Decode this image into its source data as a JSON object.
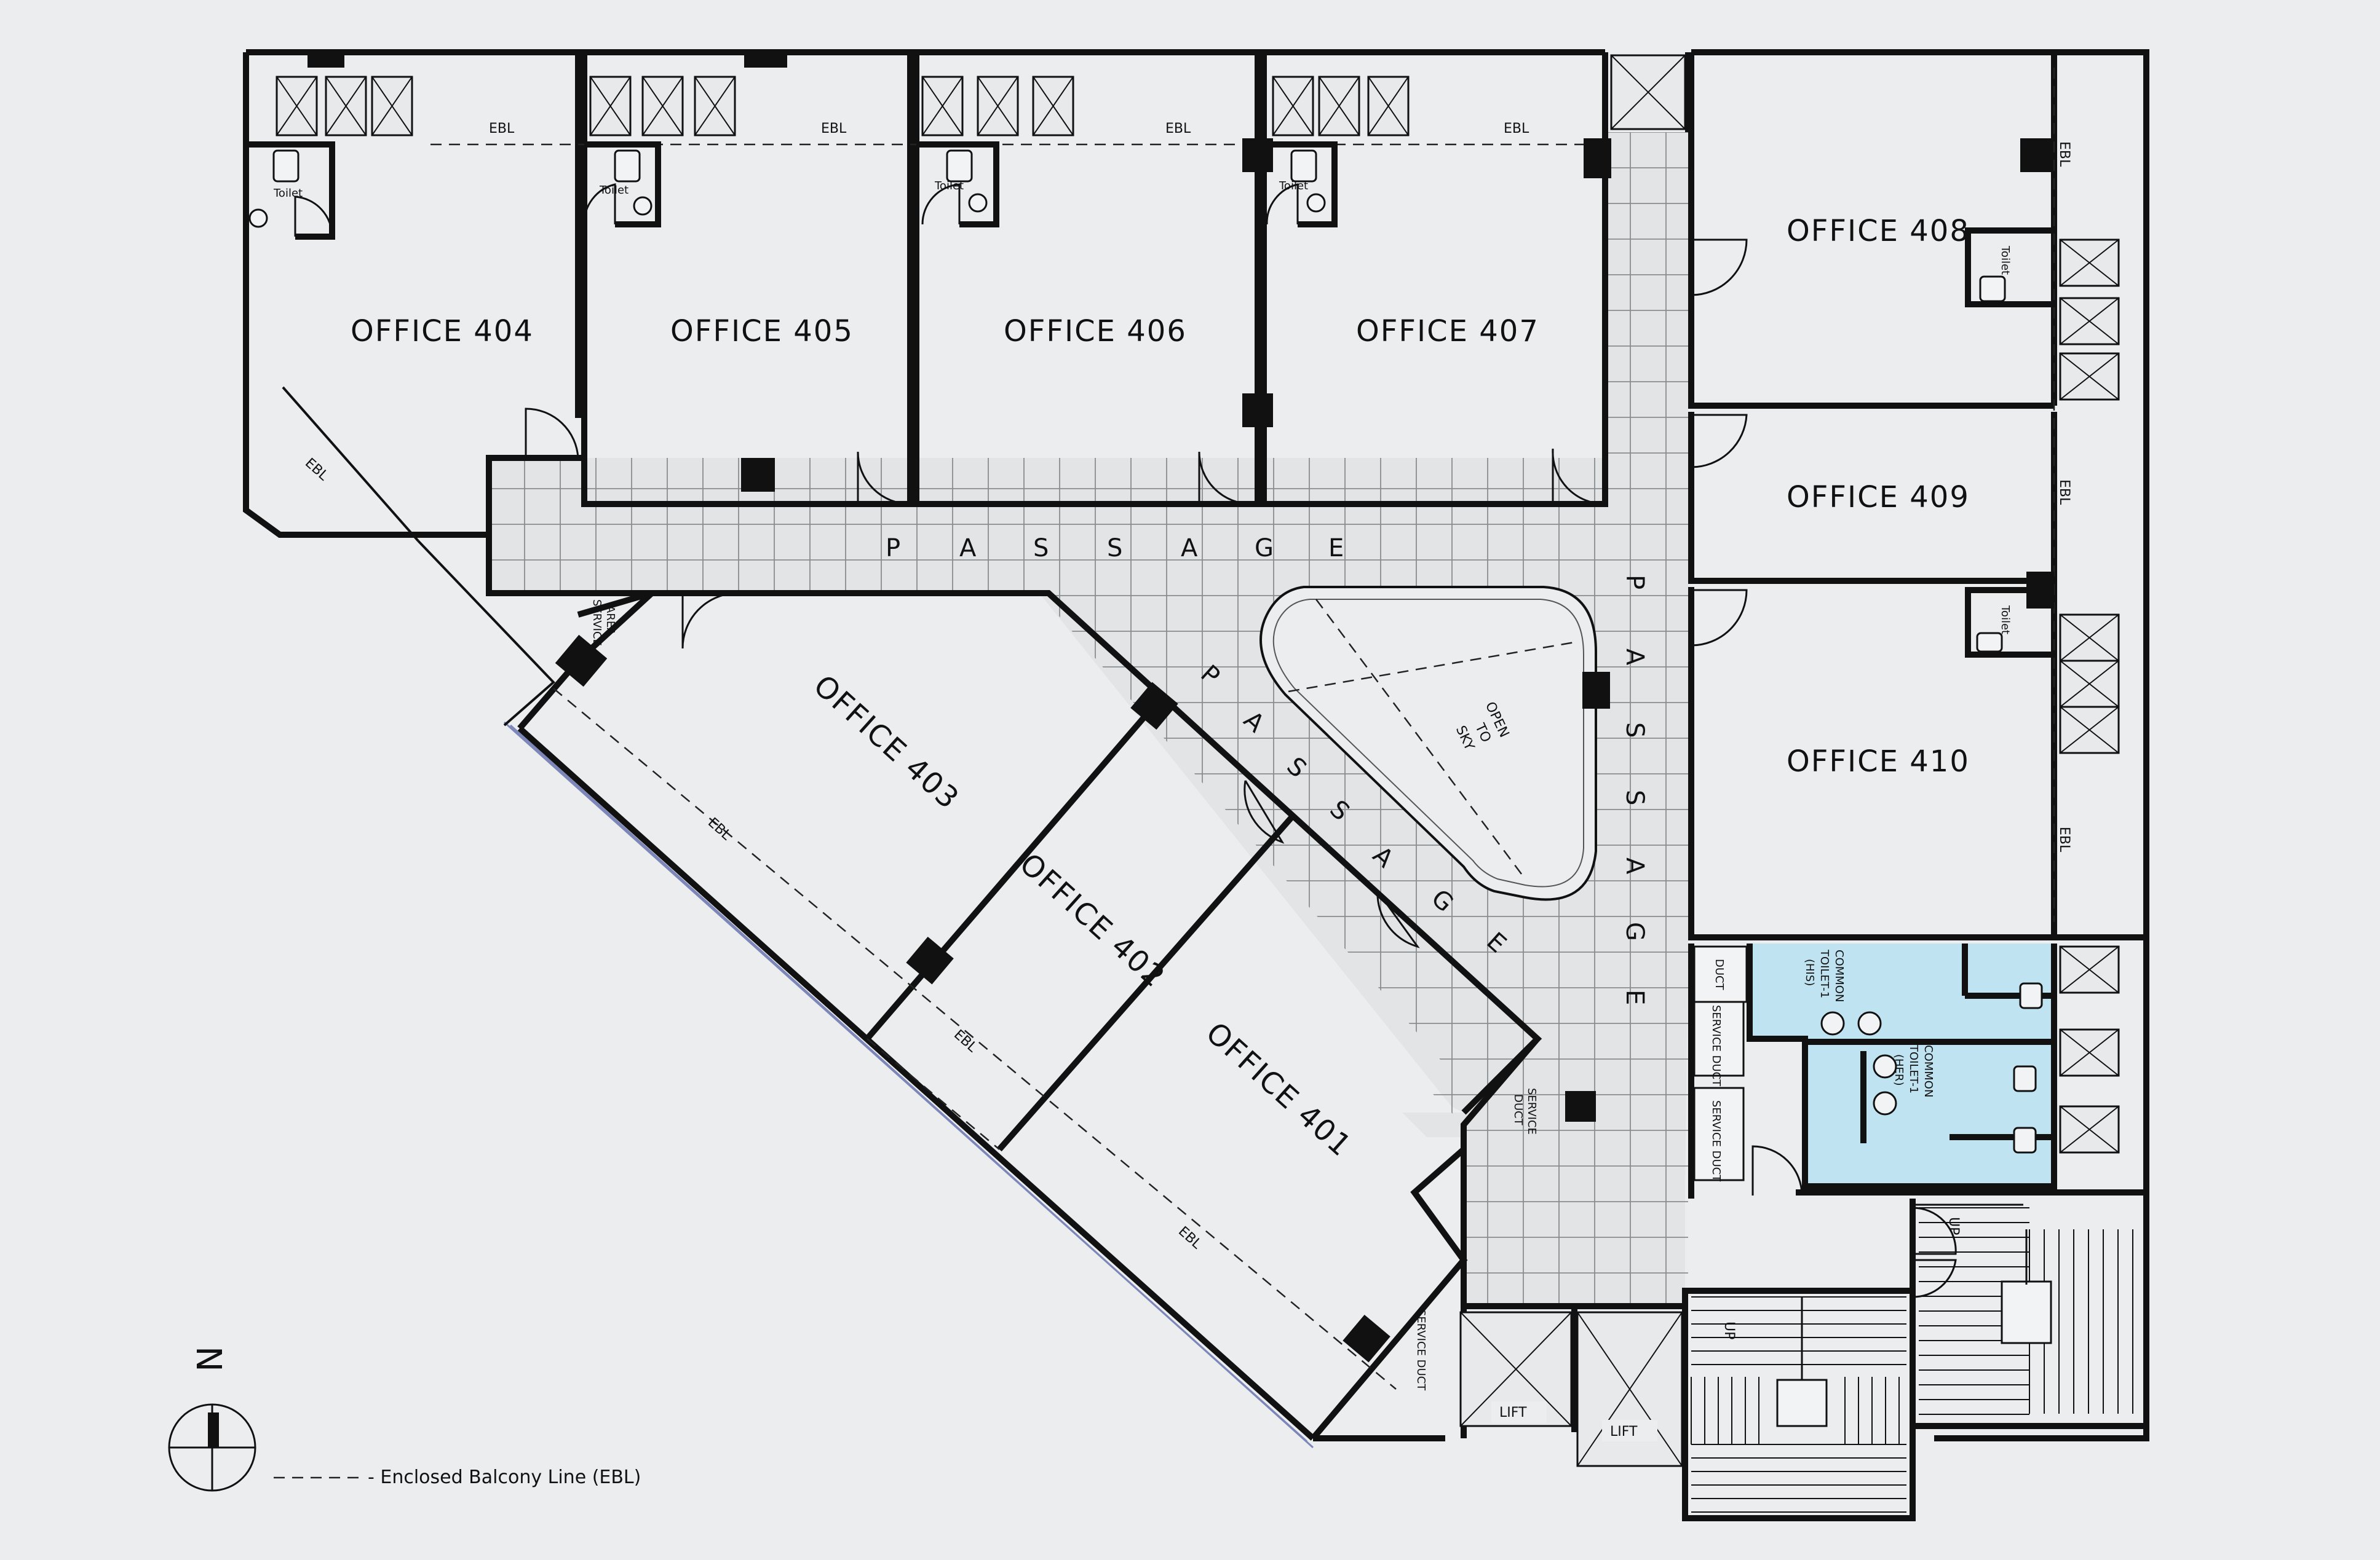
{
  "offices": {
    "o404": "OFFICE 404",
    "o405": "OFFICE 405",
    "o406": "OFFICE 406",
    "o407": "OFFICE 407",
    "o408": "OFFICE 408",
    "o409": "OFFICE 409",
    "o410": "OFFICE 410",
    "o403": "OFFICE 403",
    "o402": "OFFICE 402",
    "o401": "OFFICE 401"
  },
  "labels": {
    "ebl": "EBL",
    "toilet": "Toilet",
    "passage_letters": [
      "P",
      "A",
      "S",
      "S",
      "A",
      "G",
      "E"
    ],
    "open_to_sky": [
      "OPEN",
      "TO",
      "SKY"
    ],
    "service_area": [
      "SERVICE",
      "AREA"
    ],
    "service_duct": "SERVICE DUCT",
    "service_duct_split": [
      "SERVICE",
      "DUCT"
    ],
    "duct": "DUCT",
    "lift": "LIFT",
    "up": "UP",
    "common_toilet_his": [
      "COMMON",
      "TOILET-1",
      "(HIS)"
    ],
    "common_toilet_her": [
      "COMMON",
      "TOILET-1",
      "(HER)"
    ]
  },
  "legend": {
    "north": "N",
    "ebl_text": "- Enclosed Balcony Line (EBL)"
  },
  "colors": {
    "background": "#ebedef",
    "wall": "#111111",
    "tile": "#e2e4e6",
    "toilet_fill": "#bfe3f1",
    "glass": "#7d86b8"
  }
}
